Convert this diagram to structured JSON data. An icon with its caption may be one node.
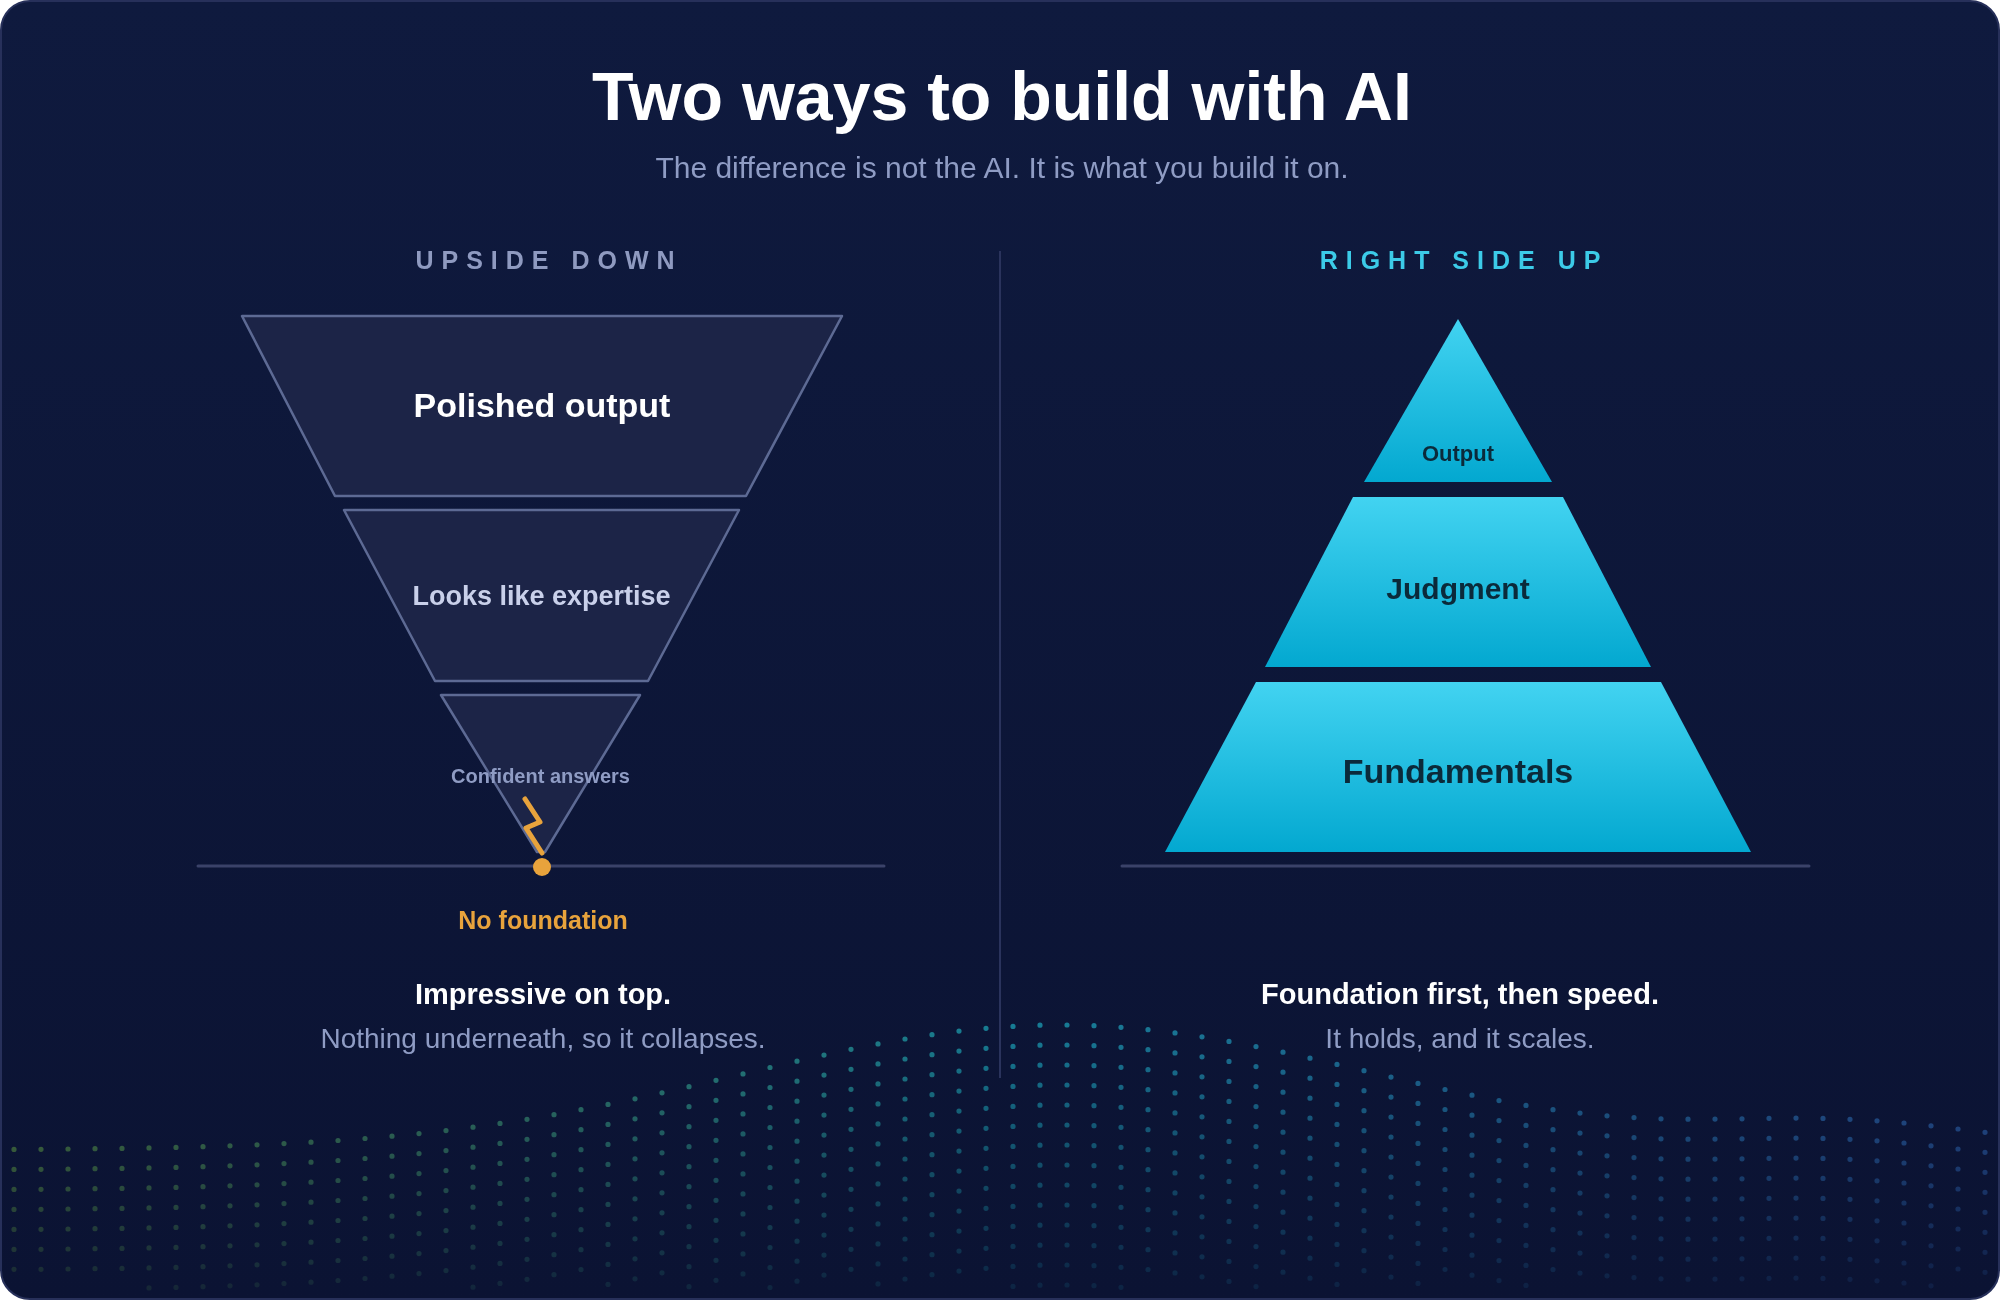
{
  "diagram": {
    "title": "Two ways to build with AI",
    "nodes": [
      {
        "text": [
          "Polished output"
        ]
      },
      {
        "text": [
          "Looks like expertise"
        ]
      },
      {
        "text": [
          "Confident answers"
        ]
      },
      {
        "text": [
          "Output"
        ]
      },
      {
        "text": [
          "Judgment"
        ]
      },
      {
        "text": [
          "Fundamentals"
        ]
      }
    ],
    "labels": [
      "The difference is not the AI. It is what you build it on.",
      "UPSIDE DOWN",
      "No foundation",
      "Impressive on top.",
      "Nothing underneath, so it collapses.",
      "RIGHT SIDE UP",
      "Foundation first, then speed.",
      "It holds, and it scales."
    ]
  }
}
